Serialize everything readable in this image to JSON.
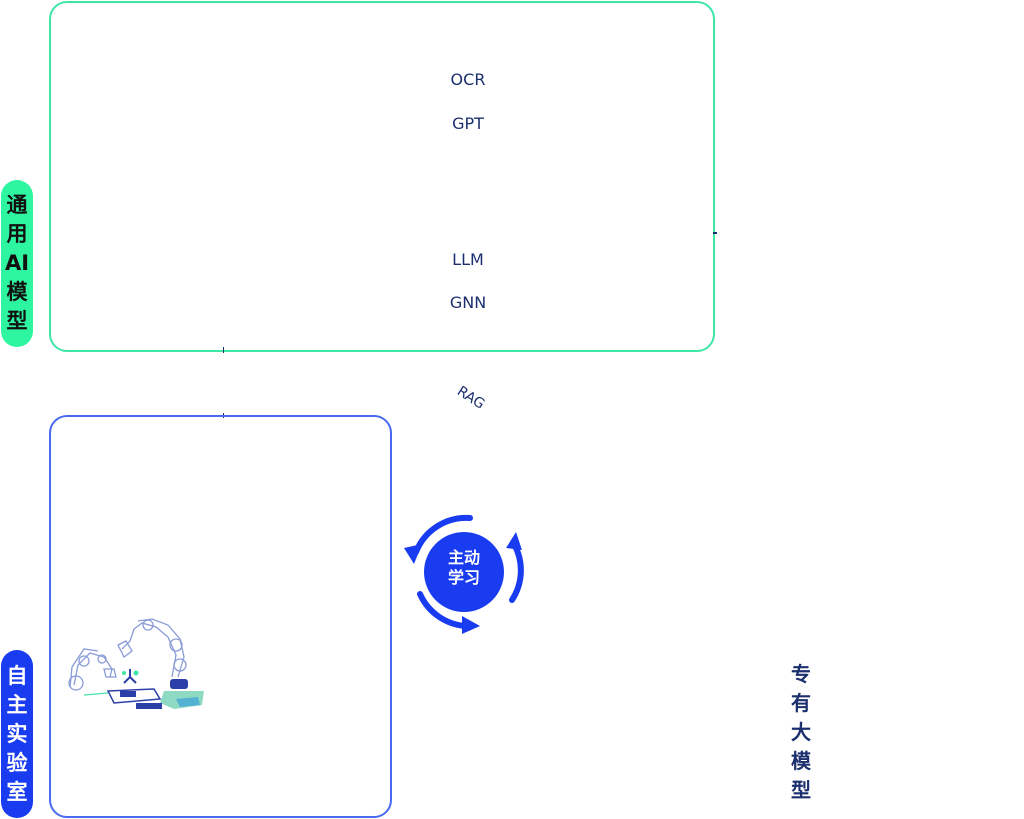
{
  "sections": {
    "general_ai": {
      "label": [
        "通",
        "用",
        "AI",
        "模",
        "型"
      ],
      "terms": [
        "OCR",
        "GPT",
        "LLM",
        "GNN"
      ],
      "accent": "#3ee6a6"
    },
    "autonomous_lab": {
      "label": [
        "自",
        "主",
        "实",
        "验",
        "室"
      ],
      "accent": "#1a3cf0"
    },
    "special_model": {
      "label": [
        "专",
        "有",
        "大",
        "模",
        "型"
      ],
      "color": "#1b2e6e"
    }
  },
  "connector_label": "RAG",
  "active_learning": {
    "line1": "主动",
    "line2": "学习",
    "color": "#1a3cf0"
  },
  "icons": {
    "cycle": "circular-arrows-icon",
    "robot": "robot-arm-illustration"
  }
}
